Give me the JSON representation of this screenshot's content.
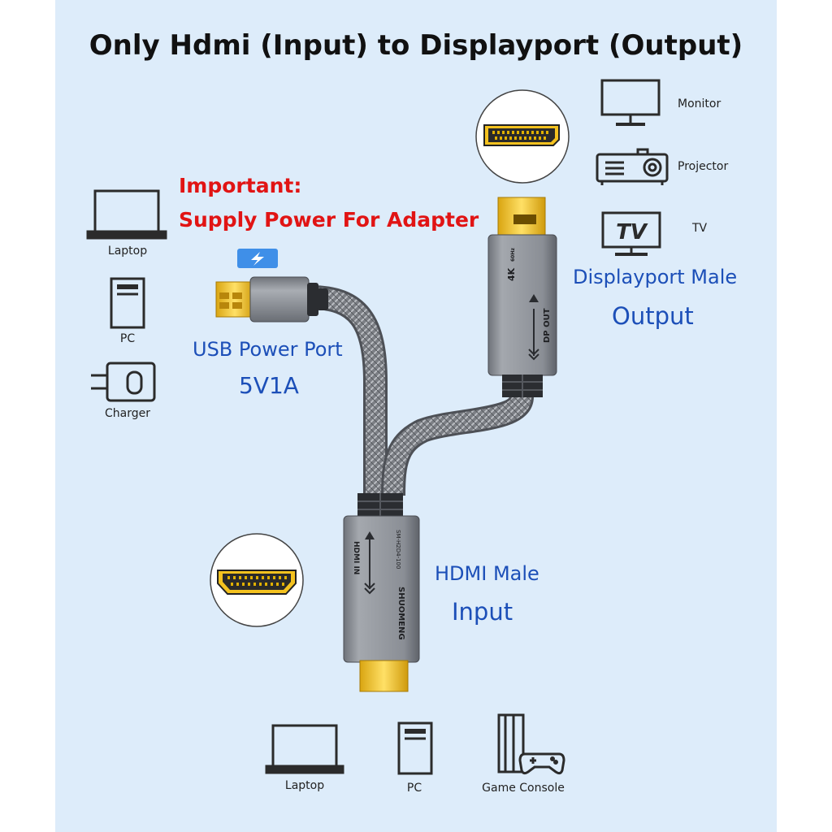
{
  "title": "Only Hdmi (Input) to Displayport (Output)",
  "important": {
    "heading": "Important:",
    "note": "Supply Power For Adapter"
  },
  "usb": {
    "label": "USB Power Port",
    "spec": "5V1A"
  },
  "dp": {
    "label": "Displayport Male",
    "role": "Output",
    "print_res": "4K",
    "print_hz": "60Hz",
    "print_port": "DP OUT"
  },
  "hdmi": {
    "label": "HDMI Male",
    "role": "Input",
    "print_port": "HDMI IN",
    "print_model": "SM-H2D4-100",
    "print_brand": "SHUOMENG"
  },
  "power_sources": [
    "Laptop",
    "PC",
    "Charger"
  ],
  "output_devices": [
    "Monitor",
    "Projector",
    "TV"
  ],
  "input_devices": [
    "Laptop",
    "PC",
    "Game Console"
  ],
  "tv_icon_text": "TV",
  "colors": {
    "background": "#ddecfa",
    "accent_blue": "#1c4fb8",
    "warning_red": "#e11414",
    "gold": "#f4c21f"
  }
}
